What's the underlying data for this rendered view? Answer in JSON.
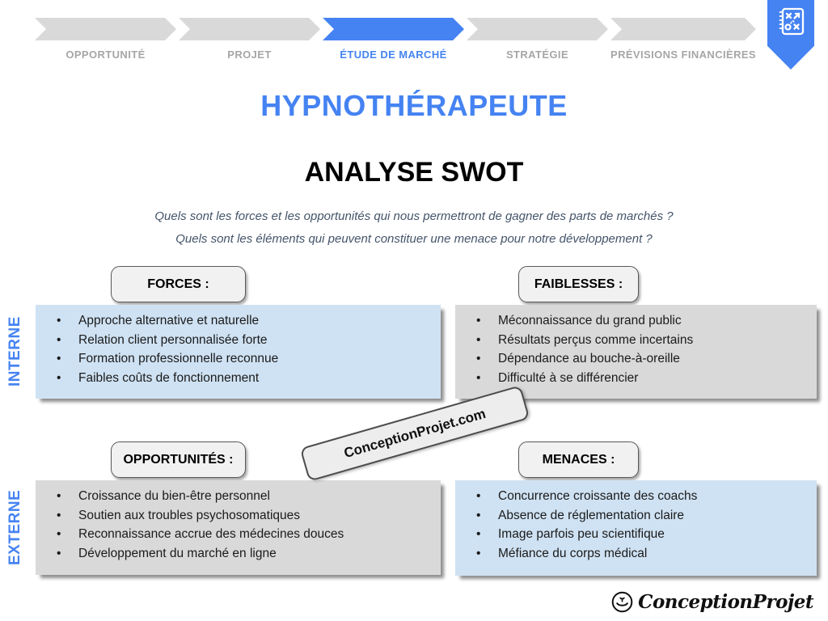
{
  "nav": {
    "steps": [
      {
        "label": "OPPORTUNITÉ",
        "active": false
      },
      {
        "label": "PROJET",
        "active": false
      },
      {
        "label": "ÉTUDE DE MARCHÉ",
        "active": true
      },
      {
        "label": "STRATÉGIE",
        "active": false
      },
      {
        "label": "PRÉVISIONS FINANCIÈRES",
        "active": false
      }
    ]
  },
  "header": {
    "title": "HYPNOTHÉRAPEUTE",
    "subtitle": "ANALYSE SWOT",
    "questions": [
      "Quels sont les forces et les opportunités qui nous permettront de gagner des parts de marchés ?",
      "Quels sont les éléments qui peuvent constituer une menace pour notre développement ?"
    ]
  },
  "swot": {
    "internal_label": "INTERNE",
    "external_label": "EXTERNE",
    "quadrants": [
      {
        "title": "FORCES :",
        "tone": "blue",
        "items": [
          "Approche alternative et naturelle",
          "Relation client personnalisée forte",
          "Formation professionnelle reconnue",
          "Faibles coûts de fonctionnement"
        ]
      },
      {
        "title": "FAIBLESSES :",
        "tone": "gray",
        "items": [
          "Méconnaissance du grand public",
          "Résultats perçus comme incertains",
          "Dépendance au bouche-à-oreille",
          "Difficulté à se différencier"
        ]
      },
      {
        "title": "OPPORTUNITÉS :",
        "tone": "gray",
        "items": [
          "Croissance du bien-être personnel",
          "Soutien aux troubles psychosomatiques",
          "Reconnaissance accrue des médecines douces",
          "Développement du marché en ligne"
        ]
      },
      {
        "title": "MENACES :",
        "tone": "blue",
        "items": [
          "Concurrence croissante des coachs",
          "Absence de réglementation claire",
          "Image parfois peu scientifique",
          "Méfiance du corps médical"
        ]
      }
    ]
  },
  "watermark": {
    "text": "ConceptionProjet.com"
  },
  "footer": {
    "brand": "ConceptionProjet"
  },
  "icons": {
    "pennant_icon": "strategy-playbook-icon",
    "footer_icon": "hand-holding-sprout-icon"
  },
  "colors": {
    "accent_blue": "#4583f2",
    "light_blue_box": "#cfe2f3",
    "gray_box": "#d9d9d9",
    "nav_inactive_chevron": "#d9d9d9",
    "nav_inactive_label": "#a6a6a6",
    "question_text": "#44546a"
  }
}
